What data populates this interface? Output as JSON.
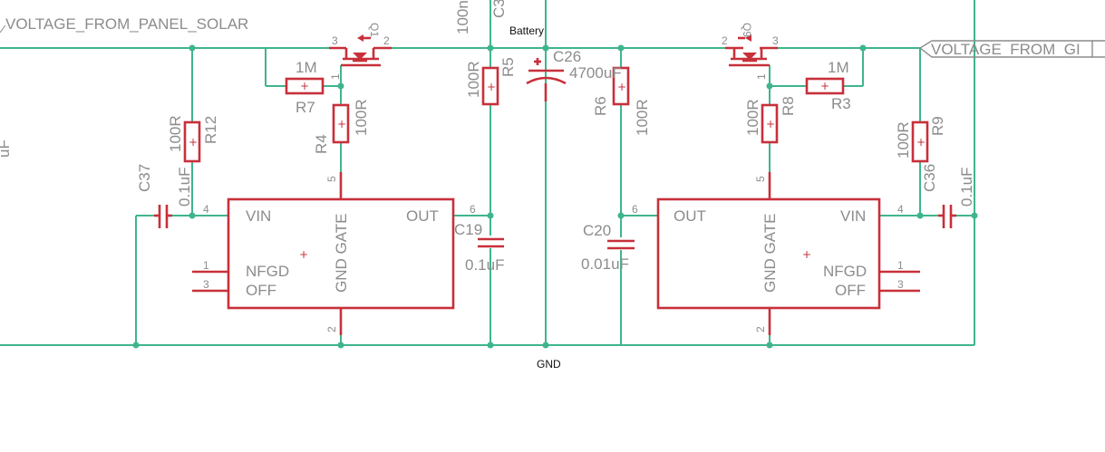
{
  "nets": {
    "voltage_from_panel_solar": "VOLTAGE_FROM_PANEL_SOLAR",
    "voltage_from_gi": "VOLTAGE_FROM_GI",
    "battery": "Battery",
    "gnd": "GND"
  },
  "left_regulator": {
    "pins": {
      "vin": "VIN",
      "gnd_gate": "GND GATE",
      "out": "OUT",
      "nfgd": "NFGD",
      "off": "OFF"
    },
    "pin_numbers": {
      "vin": "4",
      "gate": "5",
      "out": "6",
      "nfgd": "1",
      "off": "3",
      "gnd": "2"
    }
  },
  "right_regulator": {
    "pins": {
      "vin": "VIN",
      "gnd_gate": "GND GATE",
      "out": "OUT",
      "nfgd": "NFGD",
      "off": "OFF"
    },
    "pin_numbers": {
      "vin": "4",
      "gate": "5",
      "out": "6",
      "nfgd": "1",
      "off": "3",
      "gnd": "2"
    }
  },
  "components": {
    "q1": {
      "name": "Q1",
      "pin_a": "3",
      "pin_b": "2",
      "pin_c": "1"
    },
    "q9": {
      "name": "Q9",
      "pin_a": "2",
      "pin_b": "3",
      "pin_c": "1"
    },
    "r7": {
      "name": "R7",
      "value": "1M"
    },
    "r4": {
      "name": "R4",
      "value": "100R"
    },
    "r12": {
      "name": "R12",
      "value": "100R"
    },
    "r5": {
      "name": "R5",
      "value": "100R"
    },
    "r6": {
      "name": "R6",
      "value": "100R"
    },
    "r8": {
      "name": "R8",
      "value": "100R"
    },
    "r3": {
      "name": "R3",
      "value": "1M"
    },
    "r9": {
      "name": "R9",
      "value": "100R"
    },
    "c37": {
      "name": "C37",
      "value": "0.1uF"
    },
    "c19": {
      "name": "C19",
      "value": "0.1uF"
    },
    "c26": {
      "name": "C26",
      "value": "4700uF"
    },
    "c20": {
      "name": "C20",
      "value": "0.01uF"
    },
    "c36": {
      "name": "C36",
      "value": "0.1uF"
    },
    "c3_partial": {
      "name": "C3",
      "value": "100n"
    },
    "left_edge_partial": "uF"
  }
}
